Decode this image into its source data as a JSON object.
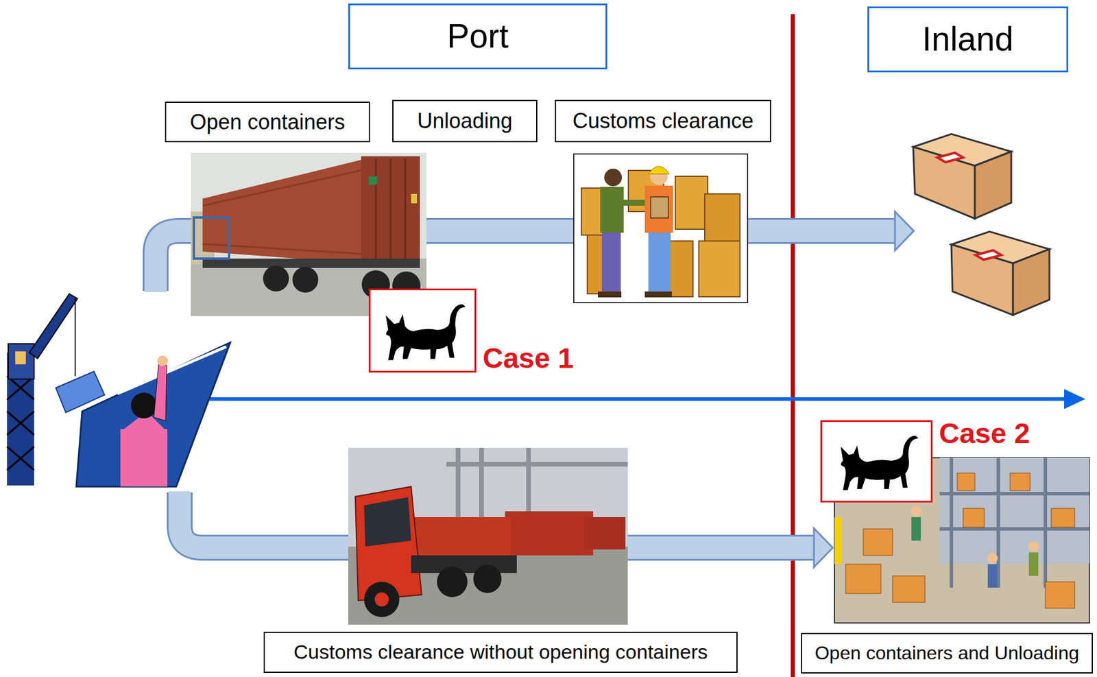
{
  "diagram": {
    "nodes": [
      {
        "text": [
          "Port"
        ]
      },
      {
        "text": [
          "Inland"
        ]
      },
      {
        "text": [
          "Open containers"
        ]
      },
      {
        "text": [
          "Unloading"
        ]
      },
      {
        "text": [
          "Customs clearance"
        ]
      },
      {
        "text": [
          "Case 1"
        ]
      },
      {
        "text": [
          "Case 2"
        ]
      },
      {
        "text": [
          "Customs clearance without opening containers"
        ]
      },
      {
        "text": [
          "Open containers and Unloading"
        ]
      }
    ]
  }
}
